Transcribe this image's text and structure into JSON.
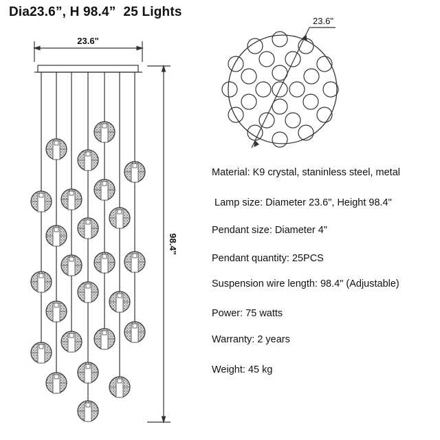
{
  "title": "Dia23.6”, H 98.4”  25 Lights",
  "side_view": {
    "width_label": "23.6\"",
    "height_label": "98.4\""
  },
  "top_view": {
    "diameter_label": "23.6\""
  },
  "specs": [
    "Material: K9 crystal, staninless steel, metal",
    " Lamp size: Diameter 23.6\", Height 98.4\"",
    "Pendant size: Diameter 4\"",
    "Pendant quantity: 25PCS",
    "Suspension wire length: 98.4\" (Adjustable)",
    "Power: 75 watts",
    "Warranty: 2 years",
    "Weight: 45 kg"
  ],
  "colors": {
    "line": "#333333",
    "text": "#111111"
  }
}
